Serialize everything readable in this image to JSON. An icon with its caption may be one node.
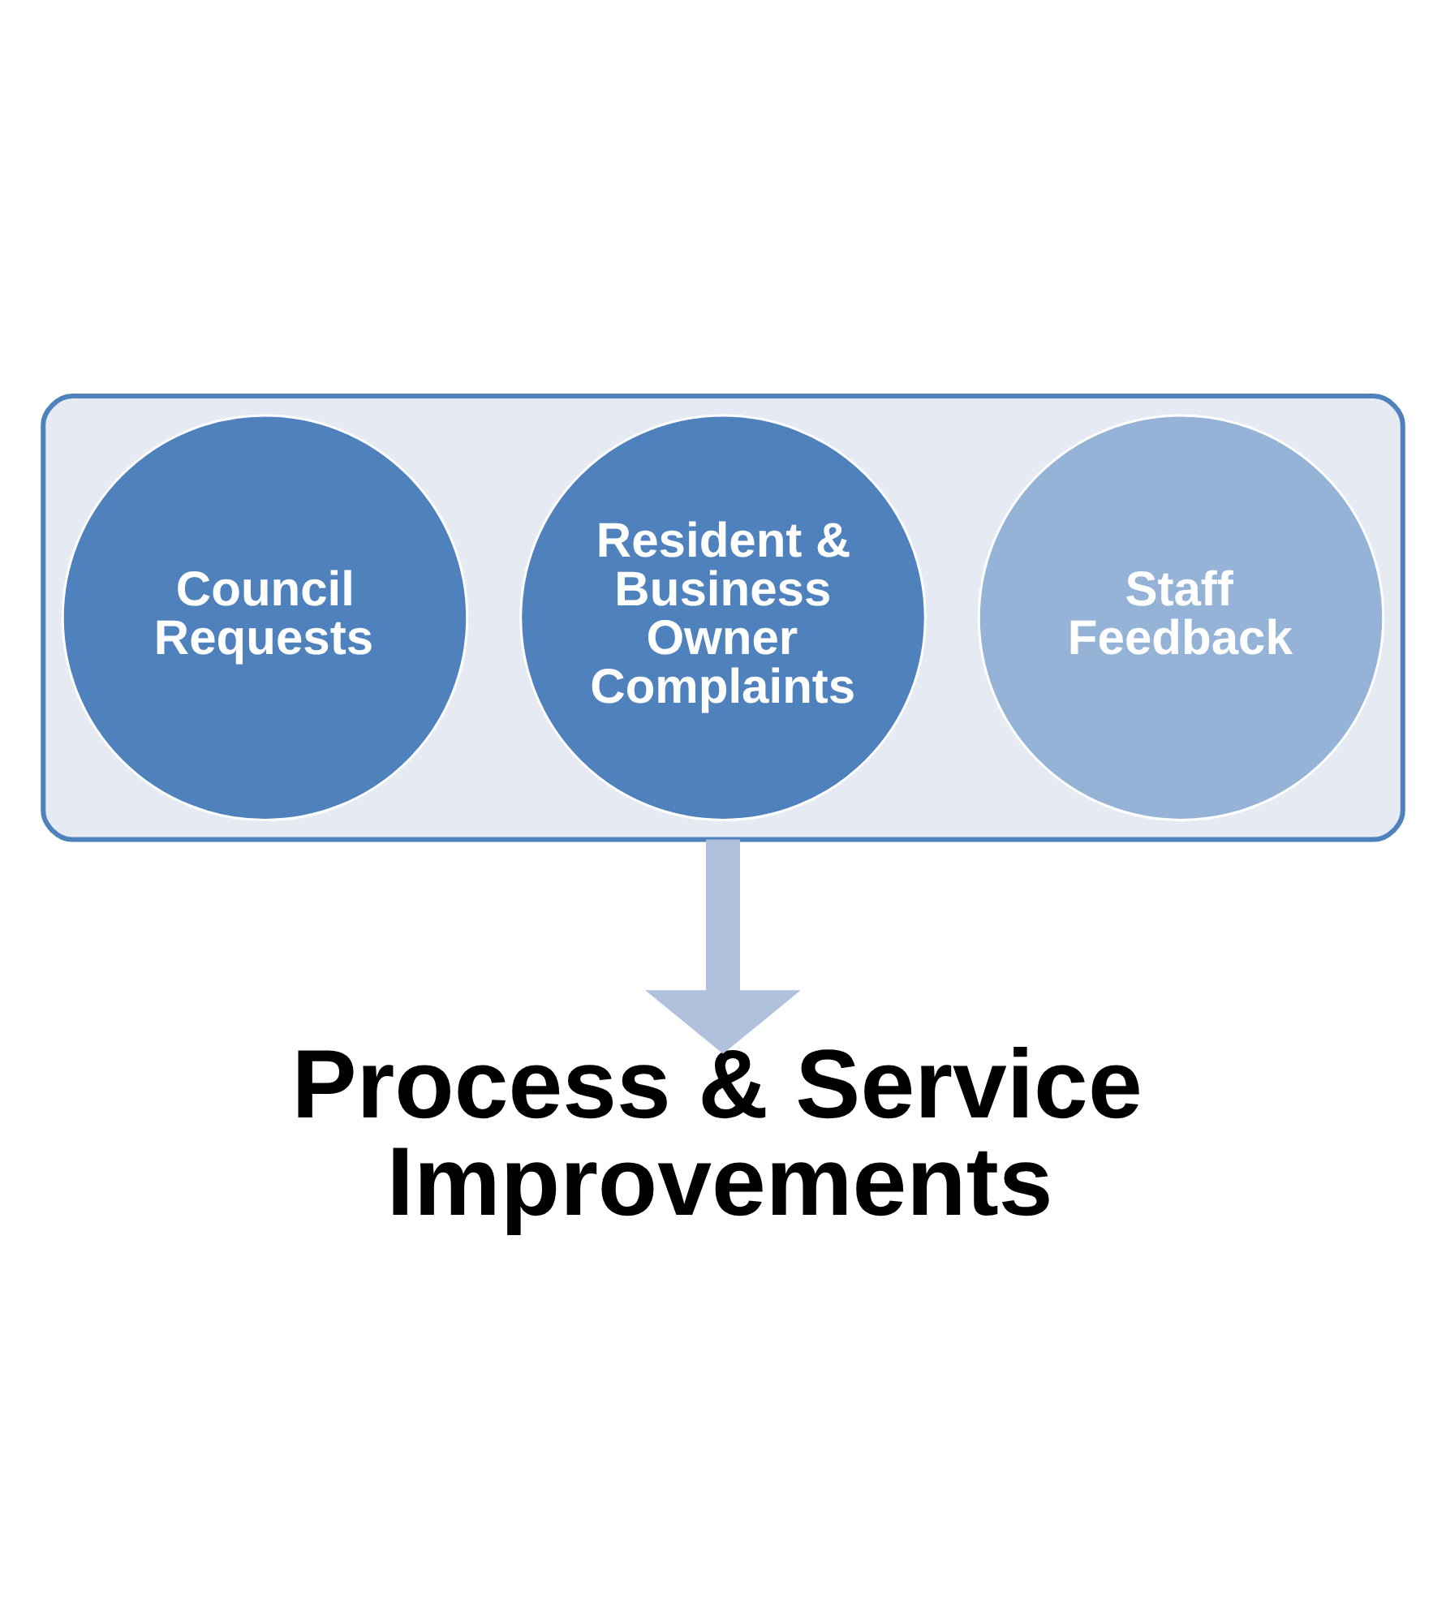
{
  "diagram": {
    "nodes": [
      {
        "text": [],
        "shape": "funnel"
      },
      {
        "text": [
          "Council Requests"
        ],
        "in": 0
      },
      {
        "text": [
          "Resident & Business Owner Complaints"
        ],
        "in": 0
      },
      {
        "text": [
          "Staff Feedback"
        ],
        "in": 0
      },
      {
        "text": [
          "Process & Service Improvements"
        ]
      }
    ],
    "edges": [
      {
        "from": 0,
        "to": 4,
        "arrow": "to",
        "color": "#b0c1dd"
      }
    ]
  }
}
